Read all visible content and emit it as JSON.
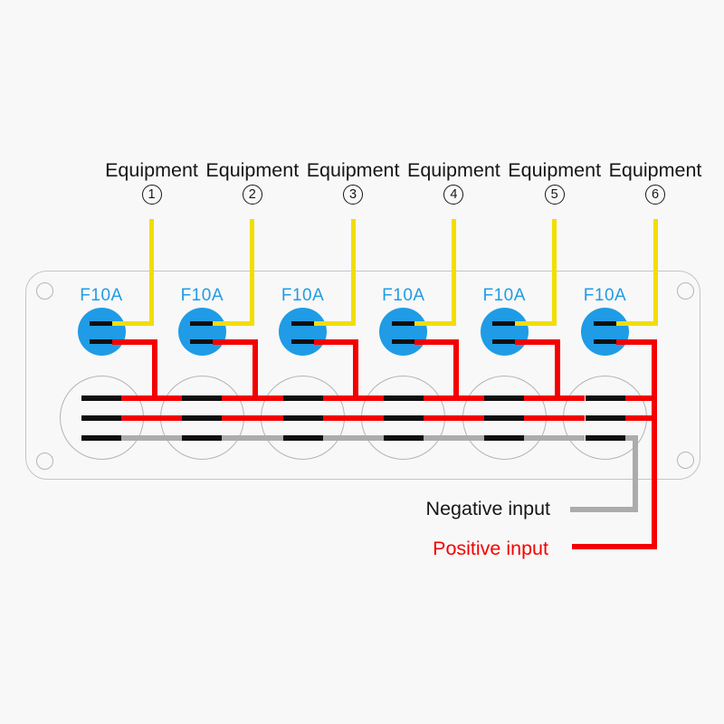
{
  "equipment": {
    "units": [
      {
        "label": "Equipment",
        "number": "1"
      },
      {
        "label": "Equipment",
        "number": "2"
      },
      {
        "label": "Equipment",
        "number": "3"
      },
      {
        "label": "Equipment",
        "number": "4"
      },
      {
        "label": "Equipment",
        "number": "5"
      },
      {
        "label": "Equipment",
        "number": "6"
      }
    ]
  },
  "fuses": [
    {
      "label": "F10A"
    },
    {
      "label": "F10A"
    },
    {
      "label": "F10A"
    },
    {
      "label": "F10A"
    },
    {
      "label": "F10A"
    },
    {
      "label": "F10A"
    }
  ],
  "inputs": {
    "negative": {
      "label": "Negative input"
    },
    "positive": {
      "label": "Positive input"
    }
  },
  "colors": {
    "equipment_wire": "#F2DE00",
    "positive_wire": "#F40000",
    "negative_wire": "#ACACAC",
    "fuse_fill": "#1F9CE5",
    "fuse_text": "#1F9CE5",
    "terminal_bar": "#101010",
    "panel_outline": "#C4C4C4",
    "label_text": "#161616",
    "background": "#F8F8F8"
  }
}
